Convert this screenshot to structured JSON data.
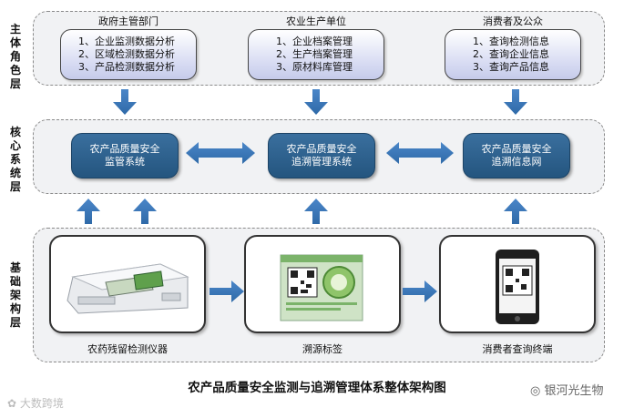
{
  "layers": {
    "subject": {
      "label": "主体角色层"
    },
    "core": {
      "label": "核心系统层"
    },
    "base": {
      "label": "基础架构层"
    }
  },
  "roles": [
    {
      "title": "政府主管部门",
      "items": [
        "1、企业监测数据分析",
        "2、区域检测数据分析",
        "3、产品检测数据分析"
      ]
    },
    {
      "title": "农业生产单位",
      "items": [
        "1、企业档案管理",
        "2、生产档案管理",
        "3、原材料库管理"
      ]
    },
    {
      "title": "消费者及公众",
      "items": [
        "1、查询检测信息",
        "2、查询企业信息",
        "3、查询产品信息"
      ]
    }
  ],
  "systems": [
    {
      "line1": "农产品质量安全",
      "line2": "监管系统"
    },
    {
      "line1": "农产品质量安全",
      "line2": "追溯管理系统"
    },
    {
      "line1": "农产品质量安全",
      "line2": "追溯信息网"
    }
  ],
  "infrastructure": [
    {
      "label": "农药残留检测仪器"
    },
    {
      "label": "溯源标签"
    },
    {
      "label": "消费者查询终端"
    }
  ],
  "caption": "农产品质量安全监测与追溯管理体系整体架构图",
  "watermark_left": "大数跨境",
  "watermark_right": "银河光生物",
  "colors": {
    "arrow": "#3a73b5",
    "system_box": "#2c5f8c",
    "role_box_tint": "#d6daf2"
  }
}
